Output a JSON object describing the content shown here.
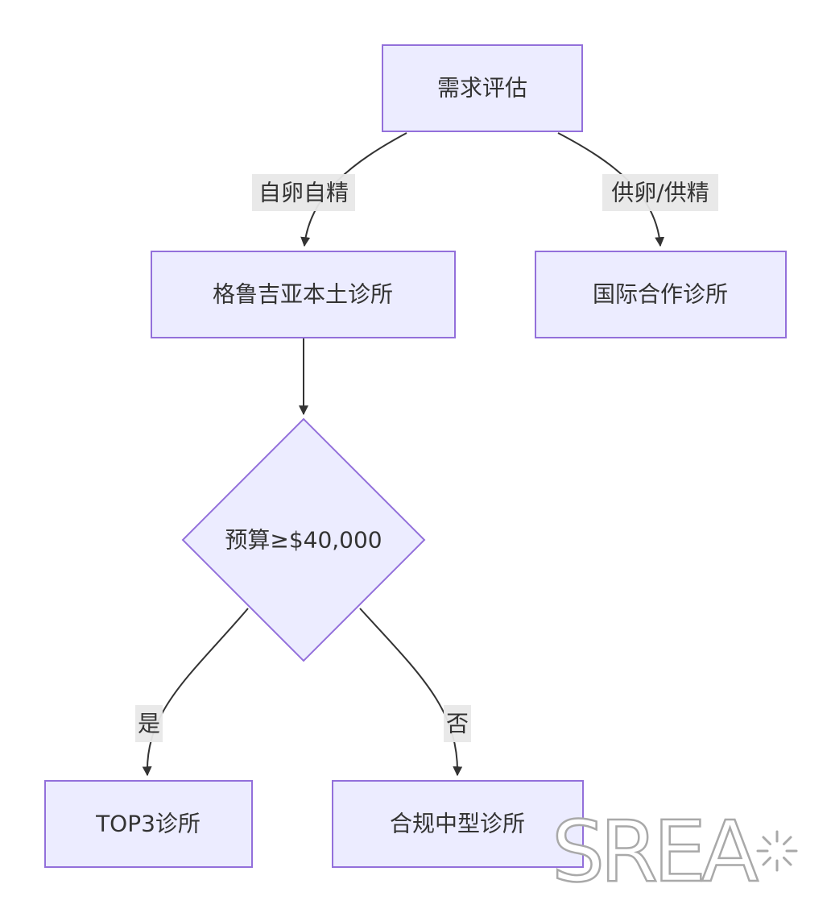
{
  "nodes": {
    "assessment": "需求评估",
    "local_clinic": "格鲁吉亚本土诊所",
    "intl_clinic": "国际合作诊所",
    "budget_decision": "预算≥$40,000",
    "top3_clinic": "TOP3诊所",
    "compliant_mid_clinic": "合规中型诊所"
  },
  "edges": {
    "own_egg_sperm": "自卵自精",
    "donor_egg_sperm": "供卵/供精",
    "yes": "是",
    "no": "否"
  },
  "watermark": {
    "text": "SREA",
    "icon": "sunburst-icon"
  },
  "colors": {
    "node_fill": "#ececff",
    "node_stroke": "#9370db",
    "edge": "#333333",
    "label_bg": "#e8e8e8"
  }
}
